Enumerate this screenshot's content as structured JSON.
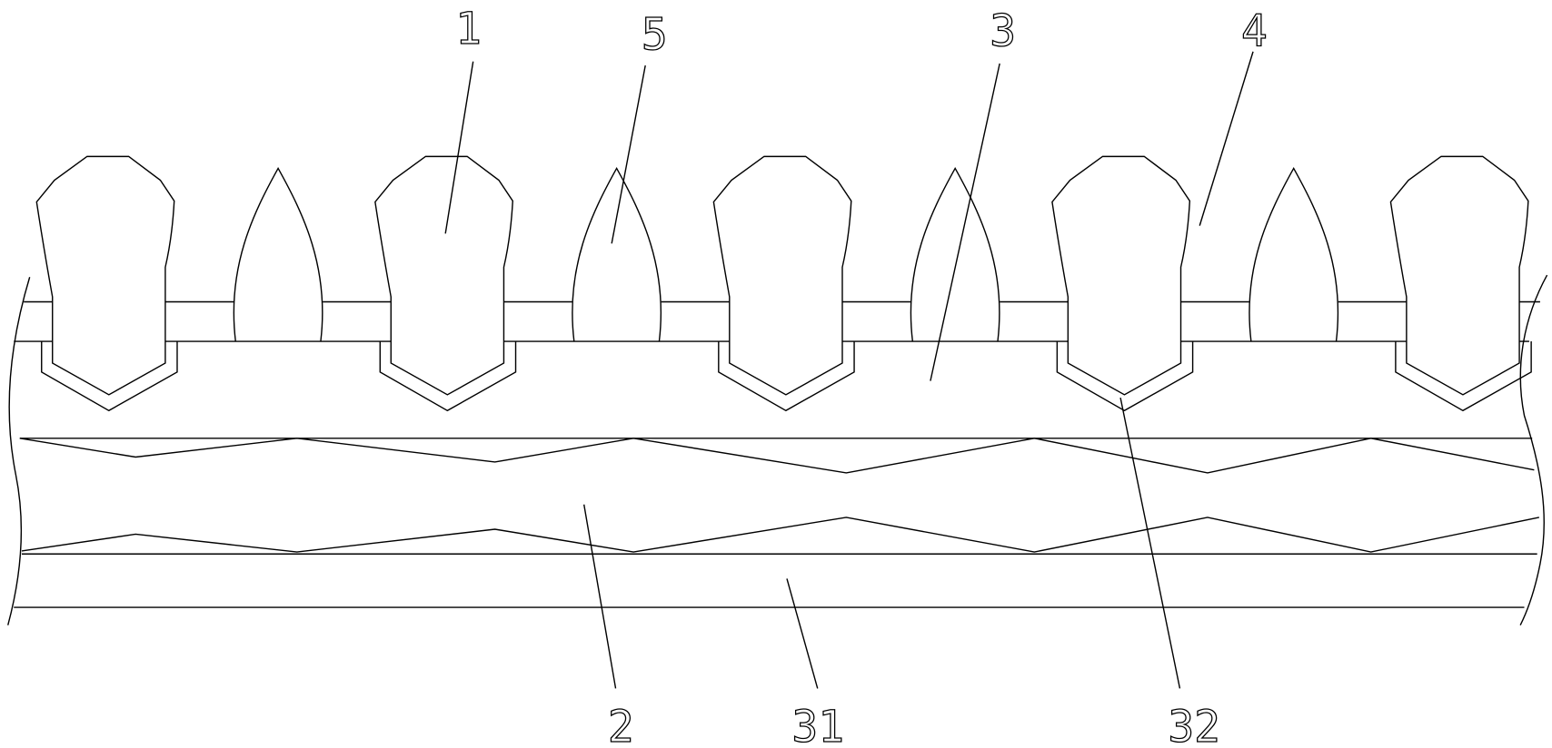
{
  "figure": {
    "labels": {
      "tooth": "1",
      "spike": "5",
      "base_layer": "3",
      "band": "4",
      "middle_layer": "2",
      "bottom_layer": "31",
      "groove_liner": "32"
    },
    "tooth_count": 5,
    "spike_count": 4,
    "line_color": "#000000",
    "background_color": "#ffffff"
  }
}
